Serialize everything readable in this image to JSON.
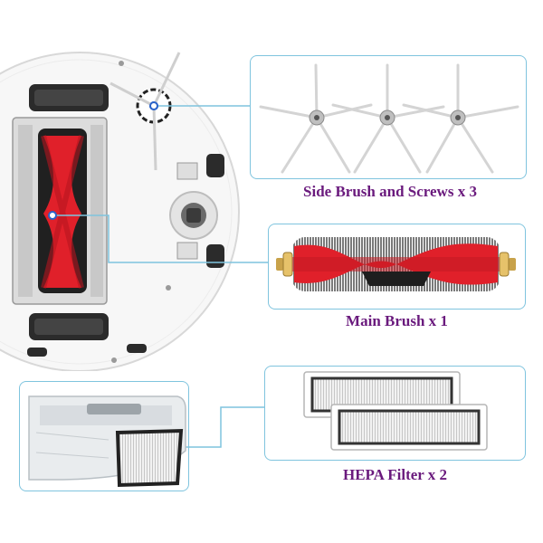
{
  "products": [
    {
      "label": "Side Brush and Screws x 3",
      "part": "side-brush",
      "qty": 3
    },
    {
      "label": "Main Brush x 1",
      "part": "main-brush",
      "qty": 1
    },
    {
      "label": "HEPA Filter x 2",
      "part": "hepa-filter",
      "qty": 2
    }
  ],
  "colors": {
    "caption": "#6a1a7d",
    "callout": "#7fc4de",
    "brush_red": "#e0202a",
    "bristle_dark": "#2a2a2a"
  }
}
